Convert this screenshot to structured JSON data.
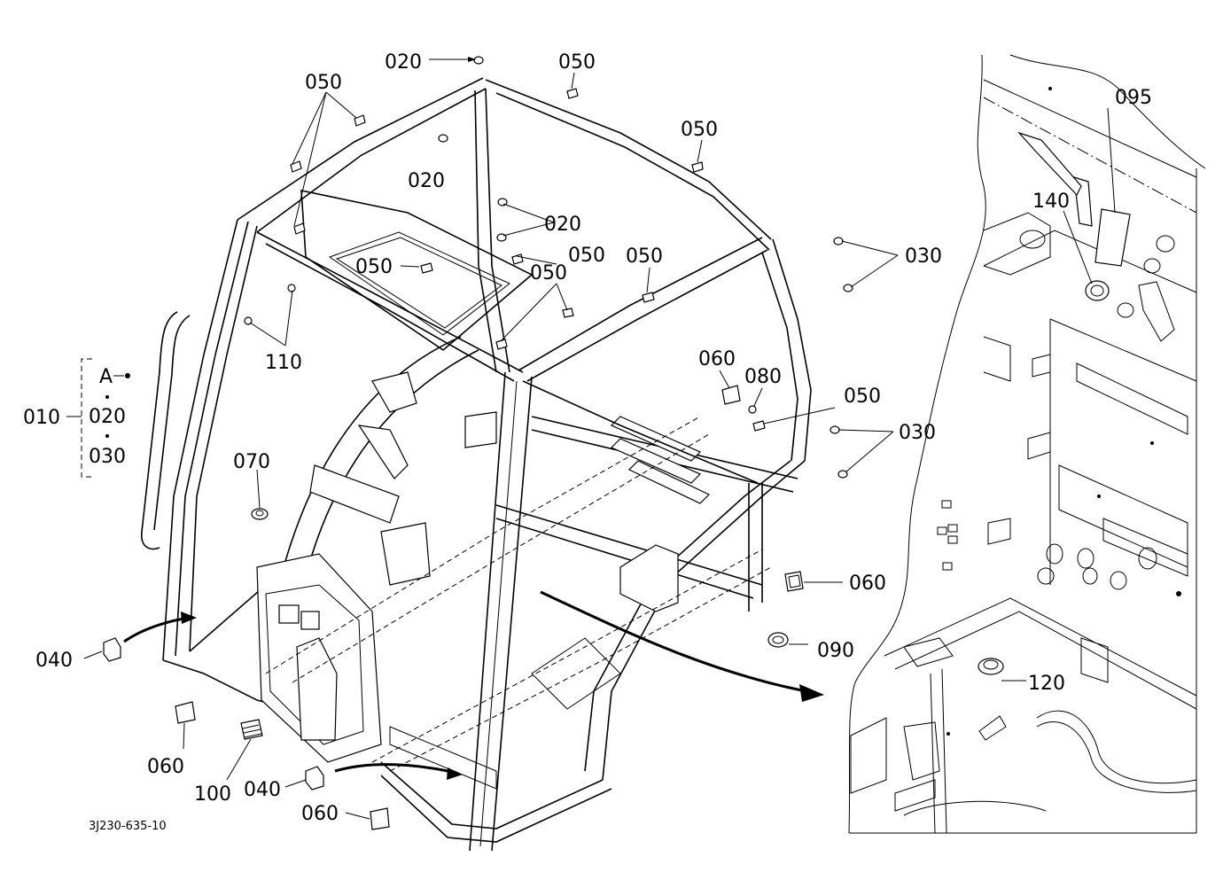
{
  "labels": {
    "l020_top": "020",
    "l050_top": "050",
    "l050_left": "050",
    "l050_right_top": "050",
    "l020_mid": "020",
    "l020_mid2": "020",
    "l050_window": "050",
    "l050_center": "050",
    "l050_center2": "050",
    "l050_right": "050",
    "l030_upper": "030",
    "l110": "110",
    "l060_mid": "060",
    "l080": "080",
    "l050_lower": "050",
    "l030_lower": "030",
    "l070": "070",
    "l060_right": "060",
    "l090": "090",
    "l040_left": "040",
    "l060_bl": "060",
    "l100": "100",
    "l040_bottom": "040",
    "l060_bottom": "060",
    "l095": "095",
    "l140": "140",
    "l120": "120"
  },
  "assembly": {
    "label": "010",
    "items": [
      "A",
      "020",
      "030"
    ]
  },
  "drawing_code": "3J230-635-10"
}
